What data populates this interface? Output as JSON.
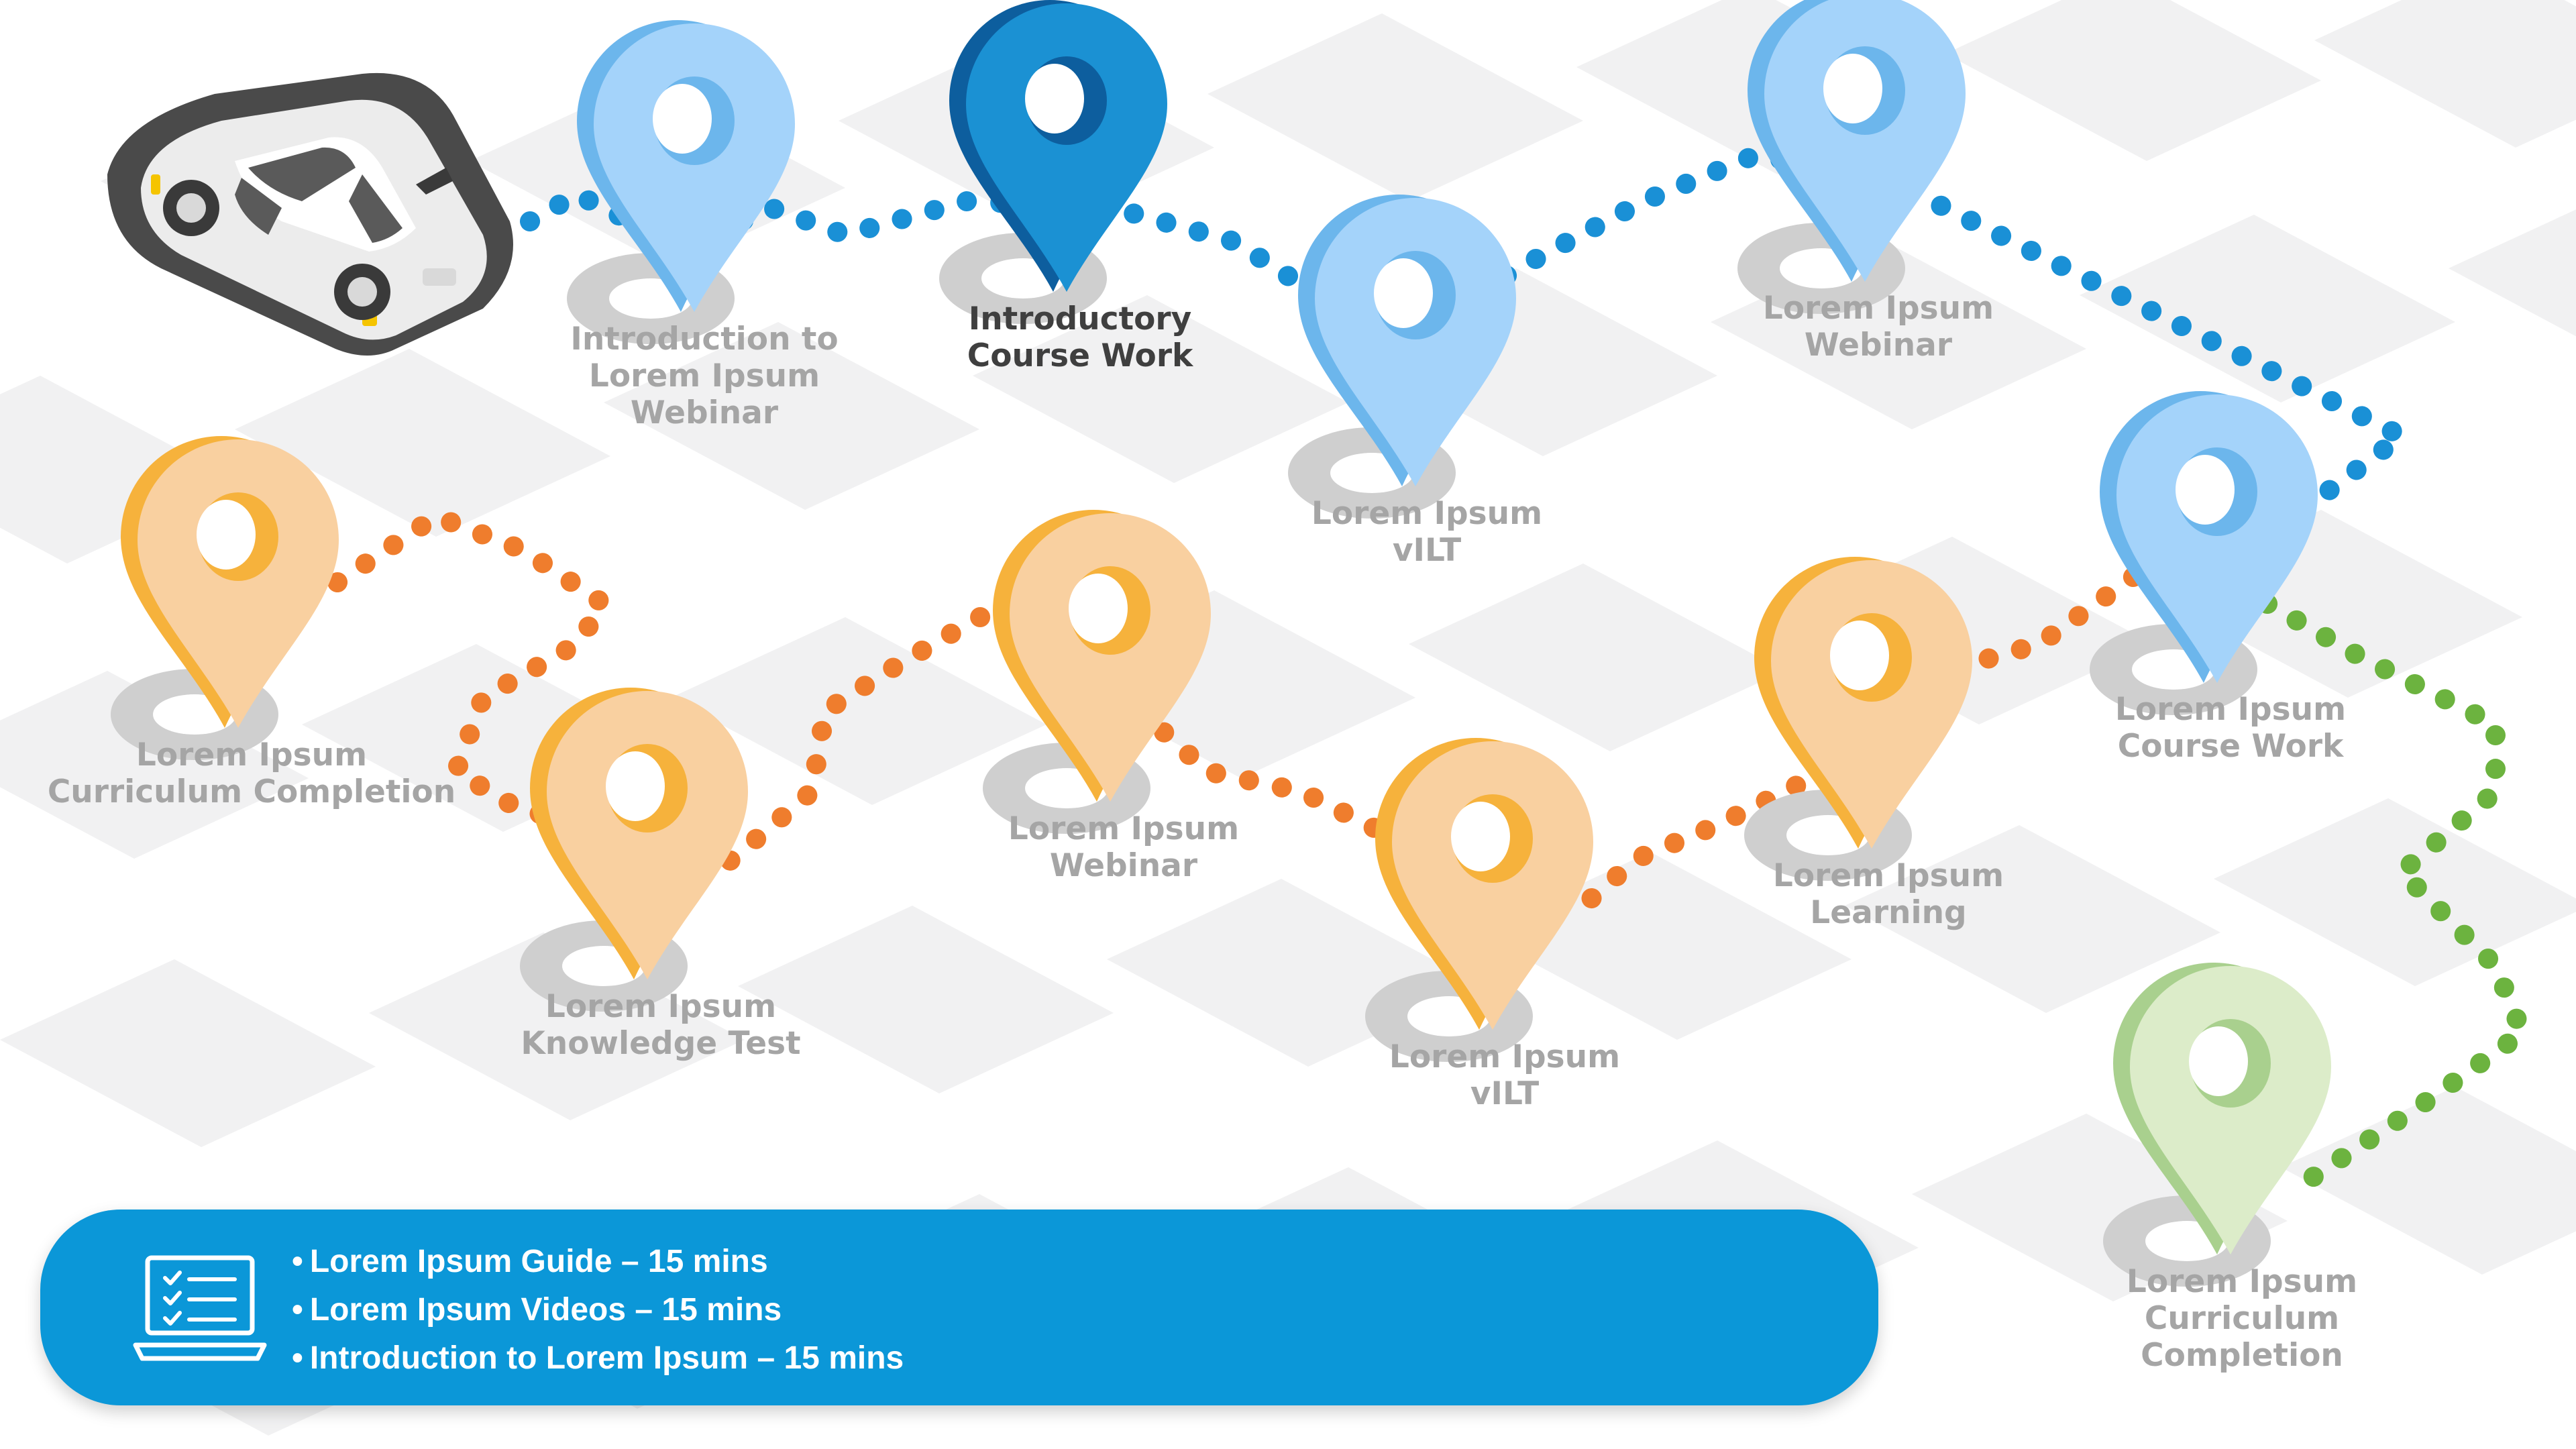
{
  "routes": {
    "blue": "#1a90d6",
    "orange": "#ef7d2d",
    "green": "#6cb33f"
  },
  "pin_colors": {
    "blue": {
      "main": "#a4d3fa",
      "side": "#6cb6ec"
    },
    "active": {
      "main": "#1b91d3",
      "side": "#0d5e9e"
    },
    "orange": {
      "main": "#f9d0a0",
      "side": "#f6b23c"
    },
    "green": {
      "main": "#dcecc9",
      "side": "#a9d08e"
    }
  },
  "stops": [
    {
      "id": "intro-webinar",
      "color": "blue",
      "label": [
        "Introduction to",
        "Lorem Ipsum",
        "Webinar"
      ]
    },
    {
      "id": "intro-course-work",
      "color": "active",
      "label": [
        "Introductory",
        "Course Work"
      ]
    },
    {
      "id": "vilt-blue",
      "color": "blue",
      "label": [
        "Lorem Ipsum",
        "vILT"
      ]
    },
    {
      "id": "webinar-blue",
      "color": "blue",
      "label": [
        "Lorem Ipsum",
        "Webinar"
      ]
    },
    {
      "id": "course-work-blue",
      "color": "blue",
      "label": [
        "Lorem Ipsum",
        "Course Work"
      ]
    },
    {
      "id": "learning-orange",
      "color": "orange",
      "label": [
        "Lorem Ipsum",
        "Learning"
      ]
    },
    {
      "id": "vilt-orange",
      "color": "orange",
      "label": [
        "Lorem Ipsum",
        "vILT"
      ]
    },
    {
      "id": "webinar-orange",
      "color": "orange",
      "label": [
        "Lorem Ipsum",
        "Webinar"
      ]
    },
    {
      "id": "knowledge-test",
      "color": "orange",
      "label": [
        "Lorem Ipsum",
        "Knowledge Test"
      ]
    },
    {
      "id": "curriculum-orange",
      "color": "orange",
      "label": [
        "Lorem Ipsum",
        "Curriculum Completion"
      ]
    },
    {
      "id": "curriculum-green",
      "color": "green",
      "label": [
        "Lorem Ipsum",
        "Curriculum",
        "Completion"
      ]
    }
  ],
  "info_panel": {
    "icon": "laptop-checklist-icon",
    "items": [
      "Lorem Ipsum Guide – 15 mins",
      "Lorem Ipsum Videos – 15 mins",
      "Introduction to Lorem Ipsum – 15 mins"
    ]
  },
  "vehicle": {
    "icon": "car-icon"
  }
}
